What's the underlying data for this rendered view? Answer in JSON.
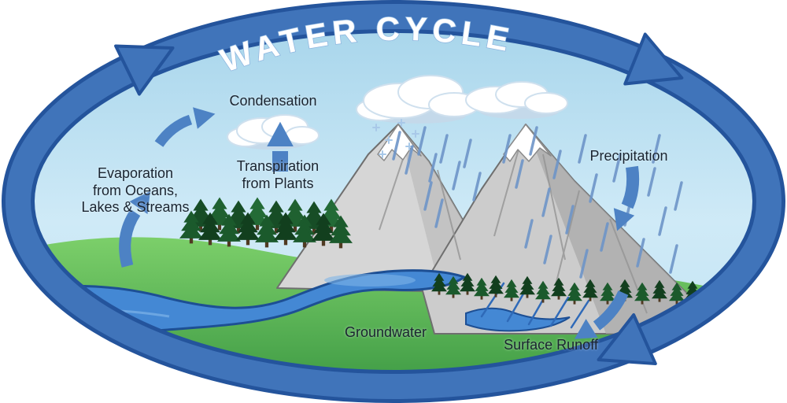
{
  "diagram_title": "WATER CYCLE",
  "labels": {
    "condensation": "Condensation",
    "transpiration": "Transpiration\nfrom Plants",
    "evaporation": "Evaporation\nfrom Oceans,\nLakes & Streams",
    "precipitation": "Precipitation",
    "groundwater": "Groundwater",
    "surface_runoff": "Surface Runoff"
  },
  "palette": {
    "arrow_blue": "#4074ba",
    "arrow_dark_edge": "#24549c",
    "sky_blue": "#bfe2f2",
    "land_green": "#4aa84e",
    "water_blue": "#4488d4",
    "mountain_gray": "#cdcdcd",
    "cloud_white": "#ffffff",
    "title_color": "#ffffff"
  }
}
